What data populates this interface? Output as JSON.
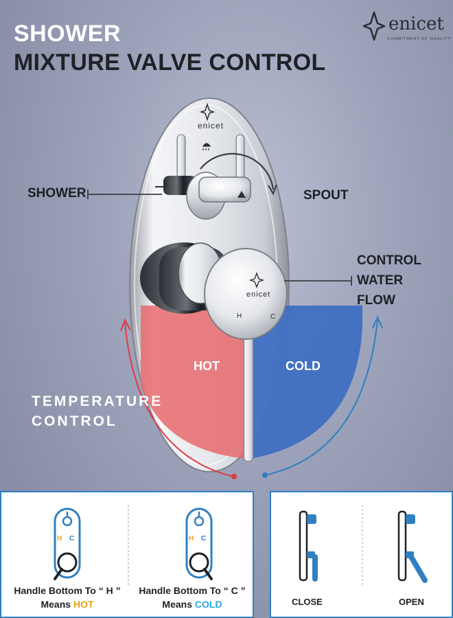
{
  "header": {
    "title_line1": "SHOWER",
    "title_line2": "MIXTURE VALVE CONTROL"
  },
  "brand": {
    "name": "enicet",
    "tagline": "COMMITMENT OF QUALITY"
  },
  "valve": {
    "plate_brand": "enicet",
    "knob_brand": "enicet",
    "knob_h": "H",
    "knob_c": "C"
  },
  "labels": {
    "shower": "SHOWER",
    "spout": "SPOUT",
    "control_line1": "CONTROL",
    "control_line2": "WATER",
    "control_line3": "FLOW",
    "hot": "HOT",
    "cold": "COLD",
    "temperature_line1": "TEMPERATURE",
    "temperature_line2": "CONTROL"
  },
  "panels": {
    "hot_caption_line1": "Handle Bottom To “ H ”",
    "hot_caption_prefix": "Means ",
    "hot_caption_word": "HOT",
    "cold_caption_line1": "Handle Bottom To “ C ”",
    "cold_caption_prefix": "Means ",
    "cold_caption_word": "COLD",
    "icon_h": "H",
    "icon_c": "C",
    "close": "CLOSE",
    "open": "OPEN"
  },
  "colors": {
    "hot_zone": "#e86a6d",
    "cold_zone": "#3f6fc2",
    "accent_blue": "#2f7fc1",
    "hot_text": "#e7a21a",
    "cold_text": "#2aa8dc"
  }
}
